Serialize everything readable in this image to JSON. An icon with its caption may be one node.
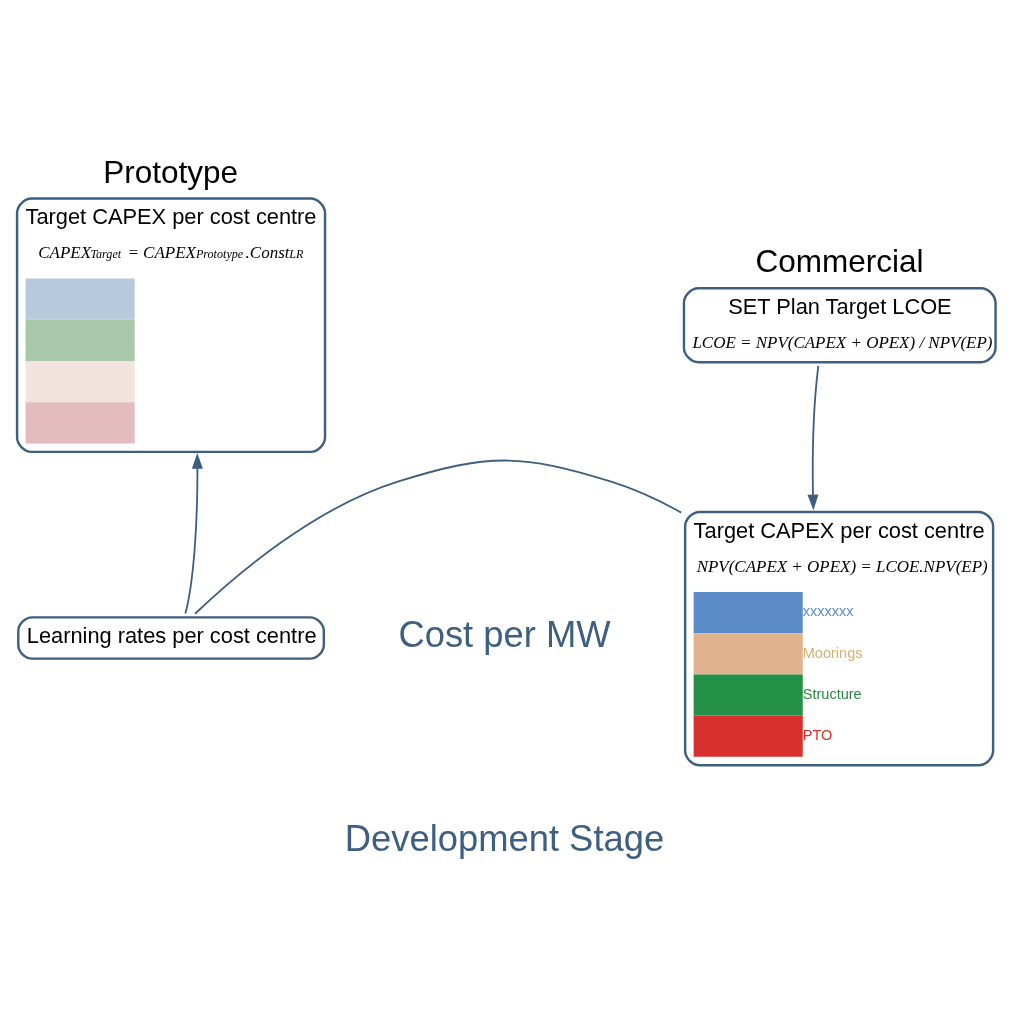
{
  "diagram": {
    "nodes": [
      {
        "text": [
          "Prototype",
          "Target CAPEX per cost centre",
          "CAPEX$_{Target}$ = CAPEX$_{Prototype}$.Const$_{LR}$"
        ]
      },
      {
        "text": [
          "Commercial",
          "SET Plan Target LCOE",
          "LCOE = NPV(CAPEX + OPEX) / NPV(EP)"
        ]
      },
      {
        "text": [
          "Learning rates per cost centre"
        ]
      },
      {
        "text": [
          "Target CAPEX per cost centre",
          "NPV(CAPEX + OPEX) = LCOE.NPV(EP)",
          "xxxxxxx",
          "Moorings",
          "Structure",
          "PTO"
        ]
      }
    ],
    "edges": [
      {
        "from": 1,
        "to": 3,
        "arrow": "to"
      },
      {
        "from": 3,
        "to": 2,
        "arrow": "none"
      },
      {
        "from": 2,
        "to": 0,
        "arrow": "to"
      }
    ],
    "labels": [
      "Cost per MW",
      "Development Stage"
    ]
  }
}
